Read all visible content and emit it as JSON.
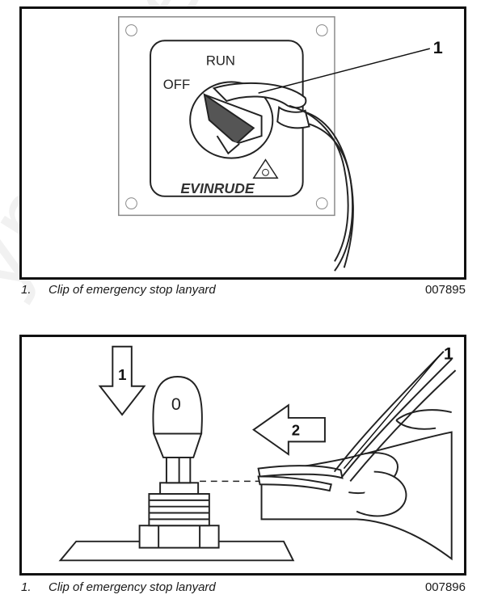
{
  "watermark": "ymarine.co",
  "figure1": {
    "labels": {
      "run": "RUN",
      "off": "OFF",
      "brand": "EVINRUDE",
      "callout": "1"
    },
    "caption": {
      "number": "1.",
      "text": "Clip of emergency stop lanyard"
    },
    "figure_id": "007895"
  },
  "figure2": {
    "labels": {
      "callout_clip": "1",
      "arrow_down": "1",
      "arrow_left": "2",
      "cap_letter": "0"
    },
    "caption": {
      "number": "1.",
      "text": "Clip of emergency stop lanyard"
    },
    "figure_id": "007896"
  }
}
